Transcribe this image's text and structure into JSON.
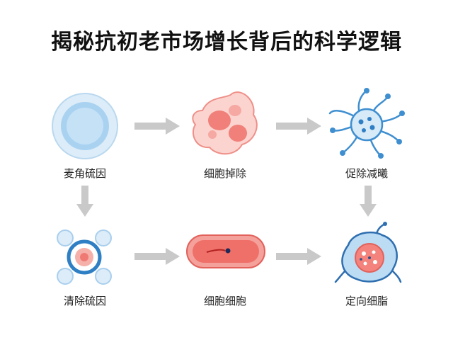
{
  "title": "揭秘抗初老市场增长背后的科学逻辑",
  "steps": [
    {
      "label": "麦角硫因",
      "icon": "clear-cell-icon"
    },
    {
      "label": "细胞掉除",
      "icon": "damaged-cell-icon"
    },
    {
      "label": "促除减曦",
      "icon": "dendritic-cell-icon"
    },
    {
      "label": "清除硫因",
      "icon": "protected-cell-icon"
    },
    {
      "label": "细胞细胞",
      "icon": "elongated-cell-icon"
    },
    {
      "label": "定向细脂",
      "icon": "irregular-cell-icon"
    }
  ],
  "colors": {
    "arrow": "#c9c9c9",
    "blue_light": "#cfe6f7",
    "blue_mid": "#8fc4ec",
    "blue_dark": "#2f7fc4",
    "red_light": "#f9c9c4",
    "red_mid": "#ef7a74",
    "red_dark": "#d9342f"
  }
}
